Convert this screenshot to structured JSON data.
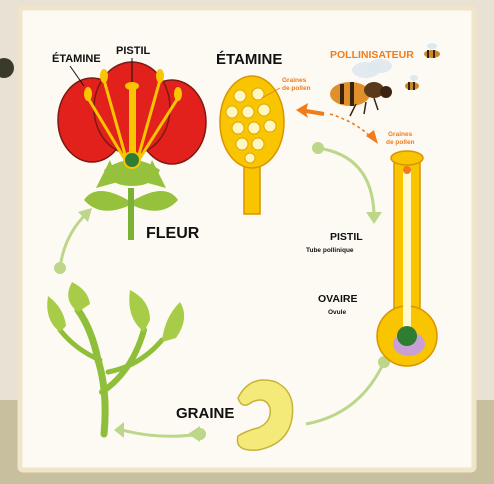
{
  "labels": {
    "etamine_flower": "ÉTAMINE",
    "pistil_flower": "PISTIL",
    "fleur": "FLEUR",
    "etamine_title": "ÉTAMINE",
    "graines_pollen_anther_1": "Graines",
    "graines_pollen_anther_2": "de pollen",
    "pollinisateur": "POLLINISATEUR",
    "graines_pollen_pistil_1": "Graines",
    "graines_pollen_pistil_2": "de pollen",
    "pistil_title": "PISTIL",
    "tube_pollinique": "Tube pollinique",
    "ovaire": "OVAIRE",
    "ovule": "Ovule",
    "graine": "GRAINE"
  },
  "colors": {
    "background": "#e9e2d4",
    "panel": "#fdfaf3",
    "petal_red": "#e2211c",
    "pollen_yellow": "#f8c500",
    "leaf_green": "#96c13d",
    "dark_green": "#2e7d32",
    "cycle_line": "#bcd68a",
    "accent_orange": "#f07c1c",
    "ovule_purple": "#c9a0d6"
  }
}
